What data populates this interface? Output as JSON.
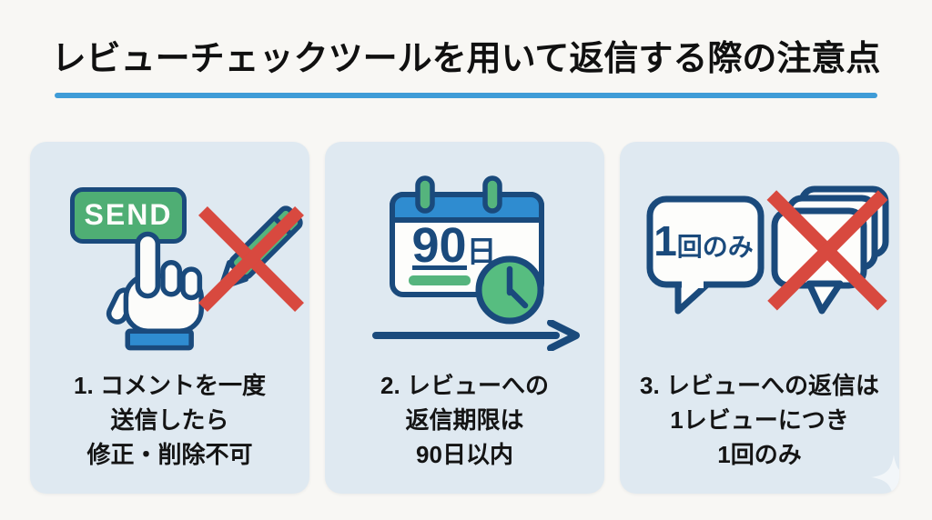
{
  "page": {
    "title": "レビューチェックツールを用いて返信する際の注意点",
    "background_color": "#f8f7f4",
    "card_background_color": "#dfe9f1",
    "accent_underline_color": "#3f9cd7"
  },
  "colors": {
    "navy_outline": "#1a4a7c",
    "green": "#55b47d",
    "blue": "#2f8cd0",
    "red_cross": "#d8493f",
    "text": "#141414"
  },
  "cards": [
    {
      "number": "1",
      "illustration": "send-button-pressed-and-crossed-out-pencil",
      "icon_names": [
        "send-button-icon",
        "pointer-hand-icon",
        "pencil-icon",
        "cross-mark-icon"
      ],
      "send_button_label": "SEND",
      "caption_lines": [
        "1. コメントを一度",
        "送信したら",
        "修正・削除不可"
      ]
    },
    {
      "number": "2",
      "illustration": "calendar-90-days-with-clock-and-timeline-arrow",
      "icon_names": [
        "calendar-icon",
        "clock-icon",
        "timeline-arrow-icon"
      ],
      "calendar_value": "90",
      "calendar_unit": "日",
      "caption_lines": [
        "2. レビューへの",
        "返信期限は",
        "90日以内"
      ]
    },
    {
      "number": "3",
      "illustration": "one-reply-bubble-and-crossed-out-bubble-stack",
      "icon_names": [
        "speech-bubble-icon",
        "stacked-speech-bubbles-icon",
        "cross-mark-icon",
        "sparkle-icon"
      ],
      "bubble_label_big": "1",
      "bubble_label_small": "回のみ",
      "caption_lines": [
        "3. レビューへの返信は",
        "1レビューにつき",
        "1回のみ"
      ]
    }
  ]
}
